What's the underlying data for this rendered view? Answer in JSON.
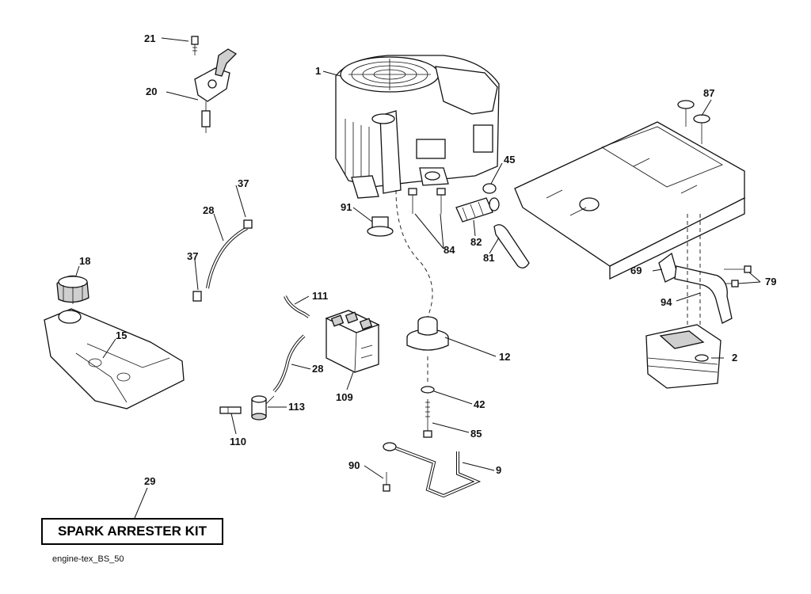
{
  "diagram": {
    "reference": "engine-tex_BS_50",
    "kit_box_label": "SPARK ARRESTER KIT"
  },
  "callouts": {
    "c1": "1",
    "c2": "2",
    "c9": "9",
    "c12": "12",
    "c15": "15",
    "c18": "18",
    "c20": "20",
    "c21": "21",
    "c28a": "28",
    "c28b": "28",
    "c29": "29",
    "c37a": "37",
    "c37b": "37",
    "c42": "42",
    "c45": "45",
    "c69": "69",
    "c79": "79",
    "c81": "81",
    "c82": "82",
    "c84": "84",
    "c85": "85",
    "c87": "87",
    "c90": "90",
    "c91": "91",
    "c94": "94",
    "c109": "109",
    "c110": "110",
    "c111": "111",
    "c113": "113"
  }
}
